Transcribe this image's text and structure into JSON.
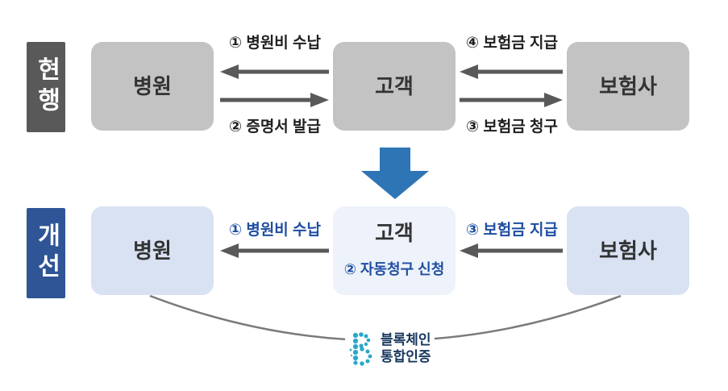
{
  "colors": {
    "row_current_bg": "#595959",
    "row_improved_bg": "#2f5597",
    "node_gray_bg": "#c3c3c3",
    "node_blue_bg": "#d9e2f3",
    "node_center_bg": "#edf2fb",
    "arrow_gray": "#595959",
    "big_arrow": "#2e75b6",
    "flow_text_dark": "#1f1f1f",
    "flow_text_blue": "#1f4ea1",
    "node_text": "#333333",
    "blockchain_teal": "#2aa7c9",
    "blockchain_text": "#17375e",
    "curve_gray": "#7a7a7a"
  },
  "icons": {
    "down_arrow": "down-arrow-icon",
    "blockchain": "blockchain-b-icon"
  },
  "current": {
    "row_label": "현행",
    "nodes": {
      "hospital": "병원",
      "customer": "고객",
      "insurer": "보험사"
    },
    "flows": {
      "fee_payment": "① 병원비 수납",
      "certificate_issue": "② 증명서 발급",
      "claim_payout": "④ 보험금 지급",
      "claim_request": "③ 보험금 청구"
    }
  },
  "improved": {
    "row_label": "개선",
    "nodes": {
      "hospital": "병원",
      "customer": "고객",
      "insurer": "보험사"
    },
    "customer_sub_label": "② 자동청구 신청",
    "flows": {
      "fee_payment": "① 병원비 수납",
      "claim_payout": "③ 보험금 지급"
    },
    "blockchain": {
      "line1": "블록체인",
      "line2": "통합인증"
    }
  }
}
